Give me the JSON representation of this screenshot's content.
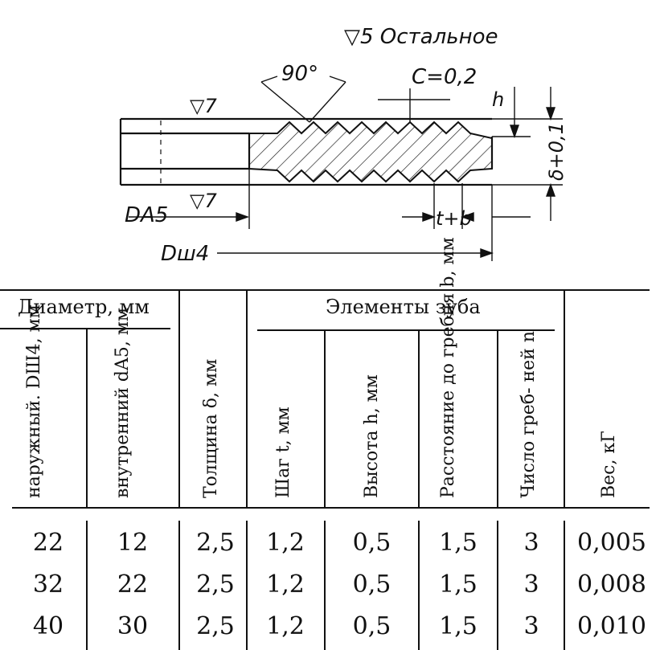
{
  "drawing": {
    "top_note": "▽5 Остальное",
    "angle_label": "90°",
    "chamfer_label": "C=0,2",
    "roughness_top": "▽7",
    "roughness_bottom": "▽7",
    "h_label": "h",
    "thickness_label": "δ+0,1",
    "da_label": "DA5",
    "dsh_label": "Dш4",
    "tb_label": "t+b"
  },
  "table": {
    "group_diameter": "Диаметр, мм",
    "group_teeth": "Элементы зуба",
    "headers": {
      "outer": "наружный. DШ4, мм",
      "inner": "внутренний dA5, мм",
      "thickness": "Толщина δ, мм",
      "pitch": "Шаг t, мм",
      "height": "Высота h, мм",
      "distance": "Расстояние до гребня b, мм",
      "ridges": "Число греб- ней n",
      "weight": "Вес, кГ"
    },
    "rows": [
      {
        "outer": "22",
        "inner": "12",
        "thickness": "2,5",
        "pitch": "1,2",
        "height": "0,5",
        "distance": "1,5",
        "ridges": "3",
        "weight": "0,005"
      },
      {
        "outer": "32",
        "inner": "22",
        "thickness": "2,5",
        "pitch": "1,2",
        "height": "0,5",
        "distance": "1,5",
        "ridges": "3",
        "weight": "0,008"
      },
      {
        "outer": "40",
        "inner": "30",
        "thickness": "2,5",
        "pitch": "1,2",
        "height": "0,5",
        "distance": "1,5",
        "ridges": "3",
        "weight": "0,010"
      }
    ]
  }
}
